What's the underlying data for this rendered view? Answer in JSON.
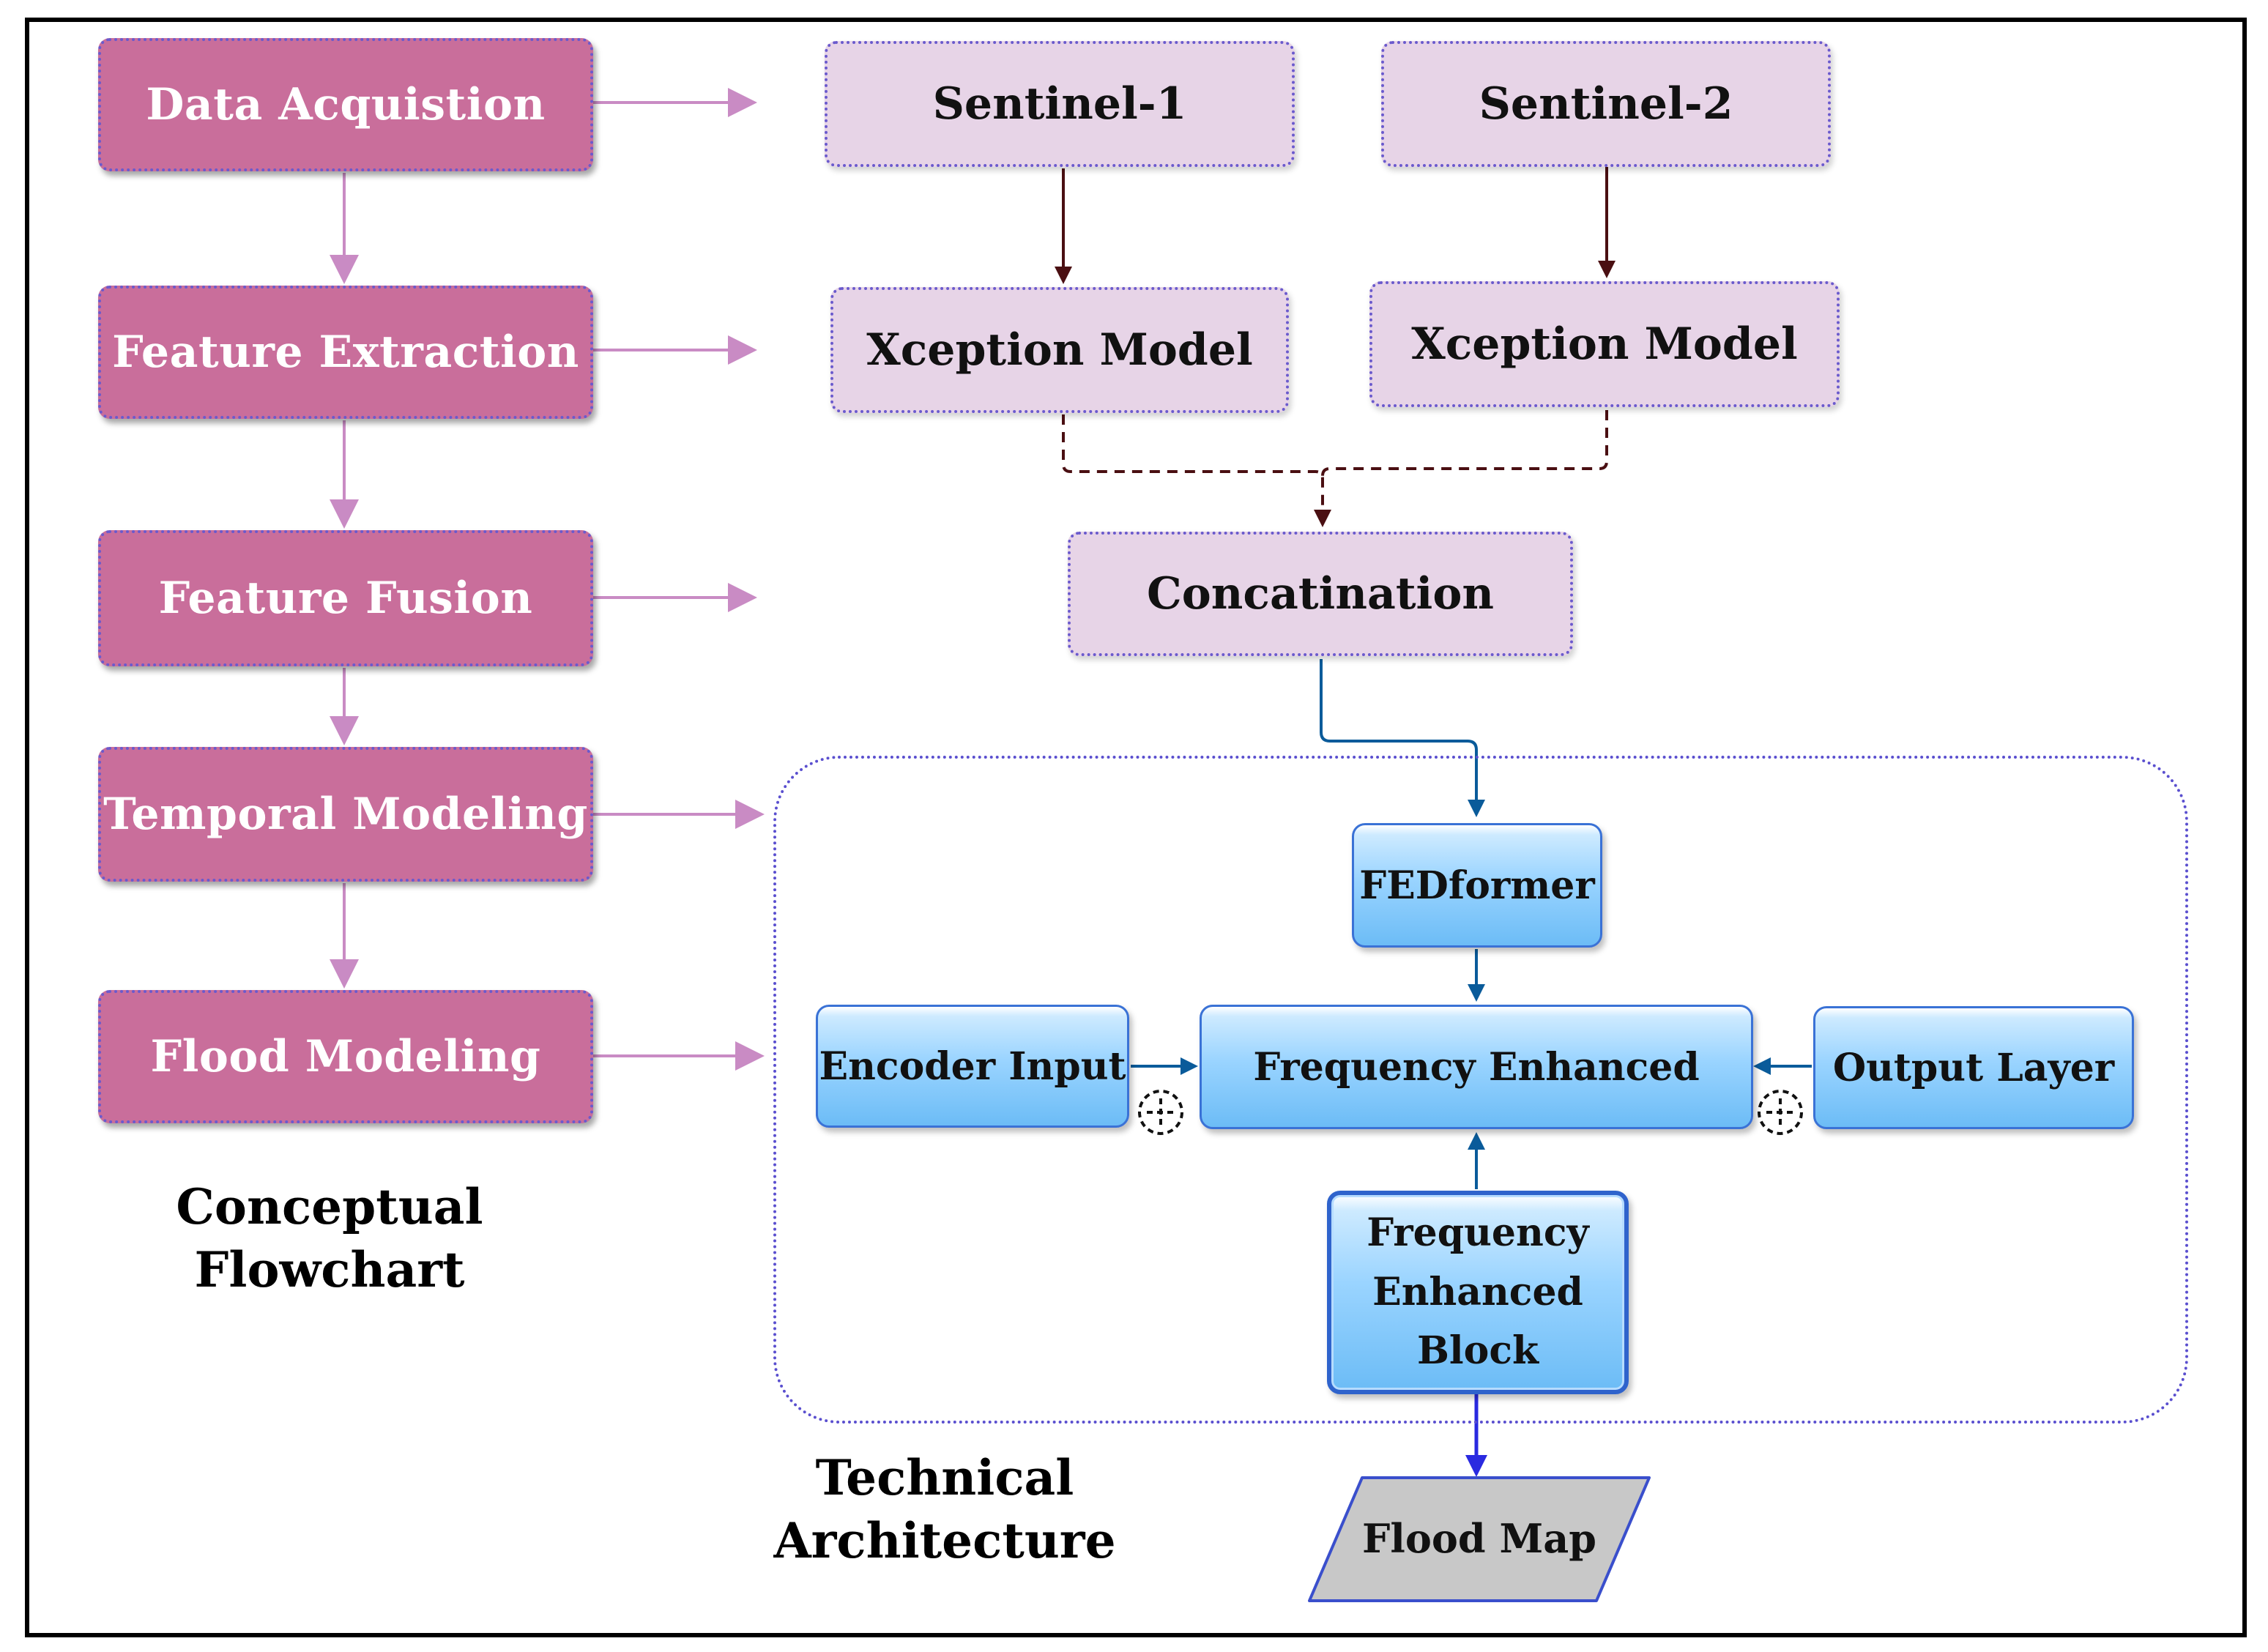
{
  "conceptual": {
    "steps": [
      "Data Acquistion",
      "Feature Extraction",
      "Feature Fusion",
      "Temporal Modeling",
      "Flood Modeling"
    ],
    "caption_line1": "Conceptual",
    "caption_line2": "Flowchart"
  },
  "inputs": {
    "sentinel1": "Sentinel-1",
    "sentinel2": "Sentinel-2",
    "xception1": "Xception Model",
    "xception2": "Xception Model",
    "concat": "Concatination"
  },
  "architecture": {
    "fedformer": "FEDformer",
    "encoder_input": "Encoder Input",
    "frequency_enhanced": "Frequency Enhanced",
    "output_layer": "Output Layer",
    "feb_line1": "Frequency",
    "feb_line2": "Enhanced",
    "feb_line3": "Block",
    "flood_map": "Flood Map",
    "caption_line1": "Technical",
    "caption_line2": "Architecture"
  },
  "colors": {
    "conceptual_box": "#c96e9b",
    "input_box": "#e7d4e7",
    "architecture_box": "#8fcdfb",
    "output_box": "#c8c8c8",
    "arrow_pink": "#c98bc4",
    "arrow_dark": "#4a0f12",
    "arrow_blue": "#0a5b9a"
  }
}
